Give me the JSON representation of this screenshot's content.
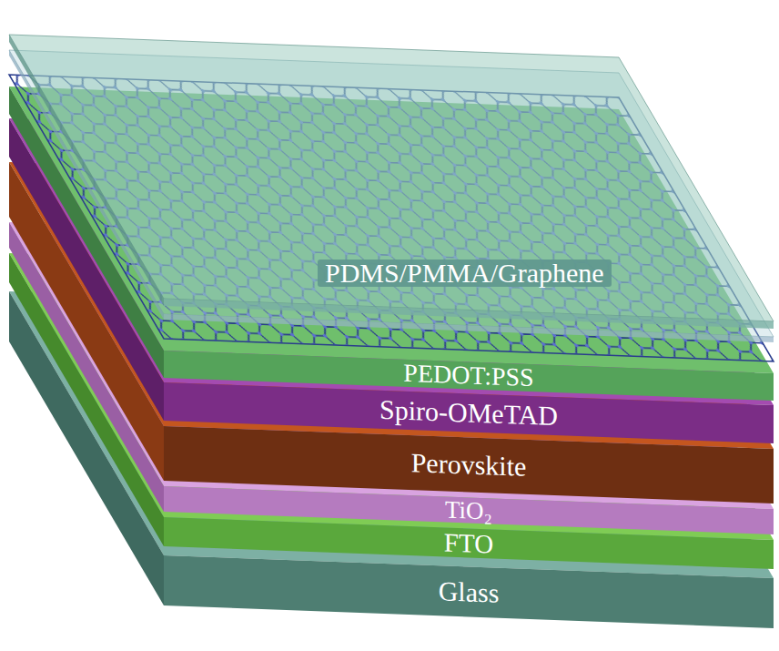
{
  "diagram": {
    "nodes": [
      {
        "text": [
          "PDMS/PMMA/Graphene"
        ]
      },
      {
        "text": [
          "PEDOT:PSS"
        ]
      },
      {
        "text": [
          "Spiro-OMeTAD"
        ]
      },
      {
        "text": [
          "Perovskite"
        ]
      },
      {
        "text": [
          "TiO₂"
        ]
      },
      {
        "text": [
          "FTO"
        ]
      },
      {
        "text": [
          "Glass"
        ]
      }
    ]
  }
}
